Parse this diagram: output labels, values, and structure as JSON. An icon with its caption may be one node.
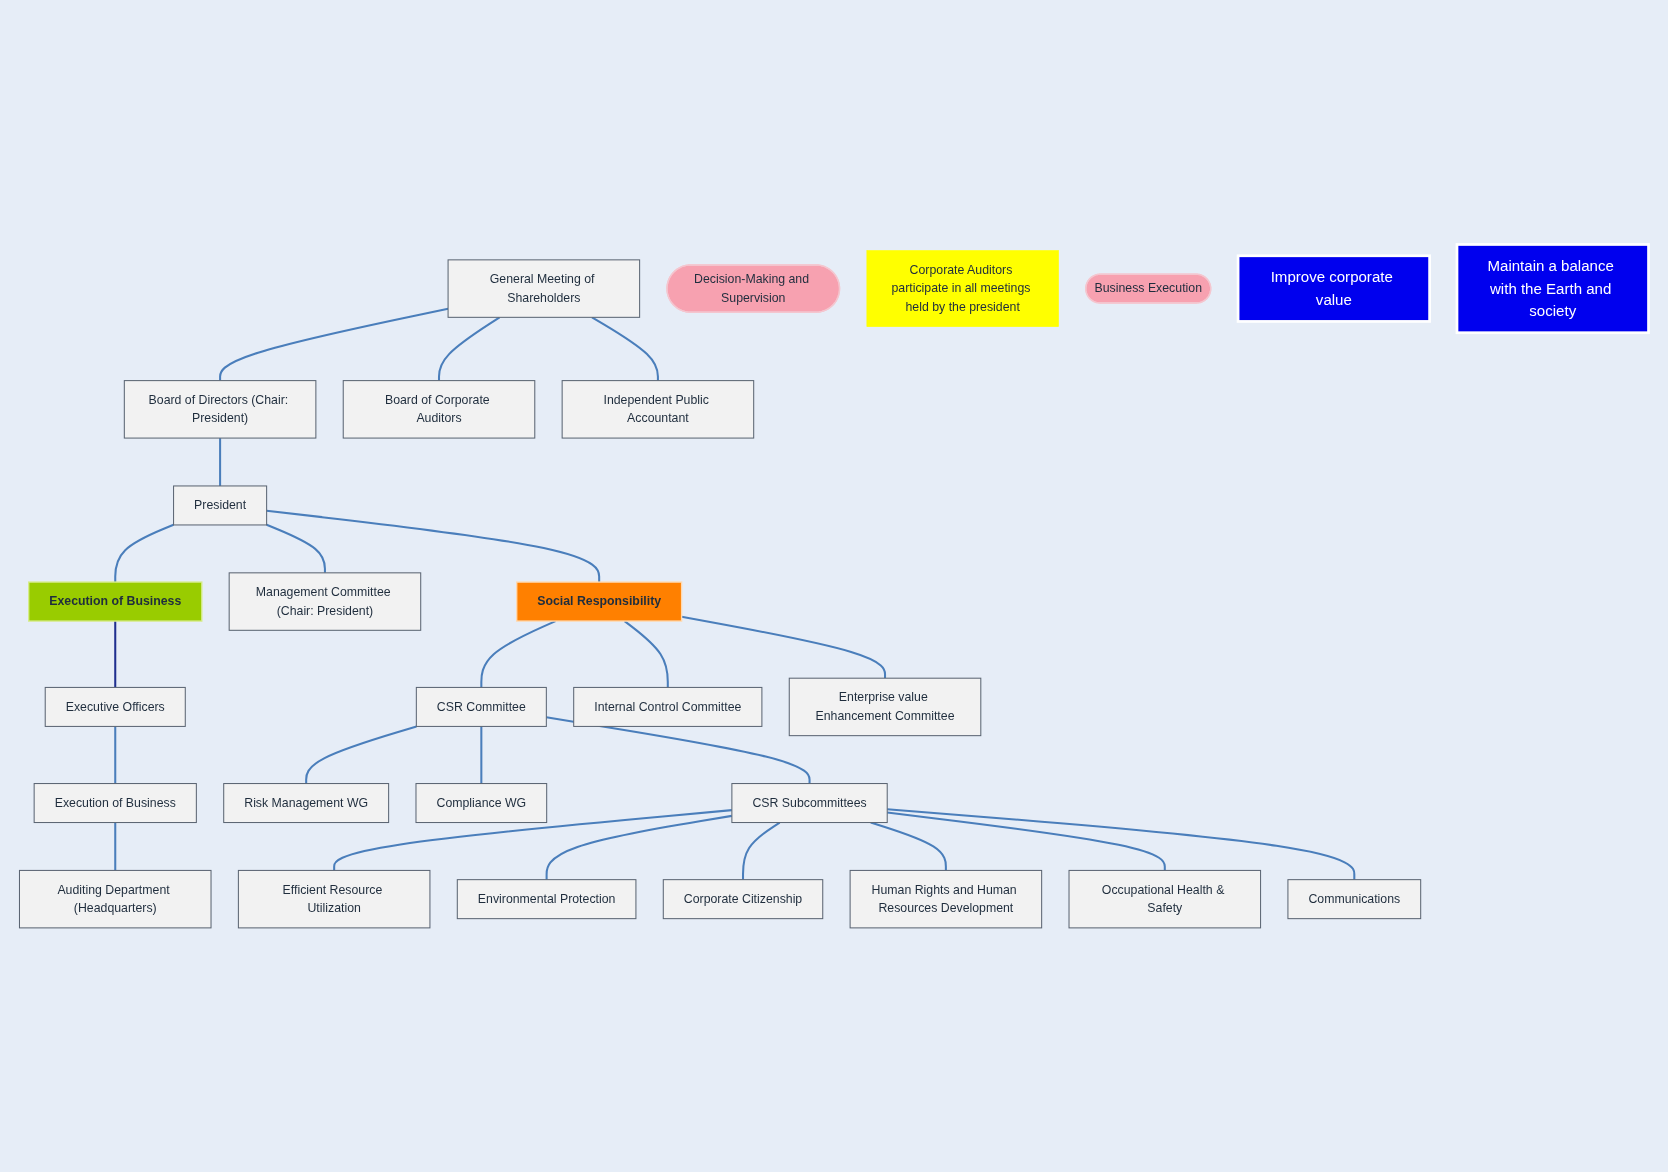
{
  "diagram": {
    "nodes": [
      {
        "text": [
          "Decision-Making and Supervision"
        ]
      },
      {
        "text": [
          "General Meeting of Shareholders"
        ]
      },
      {
        "text": [
          "Board of Directors (Chair: President)"
        ]
      },
      {
        "text": [
          "Board of Corporate Auditors"
        ]
      },
      {
        "text": [
          "Independent Public Accountant"
        ]
      },
      {
        "text": [
          "Corporate Auditors participate in all meetings held by the president"
        ]
      },
      {
        "text": [
          "Execution of Business"
        ]
      },
      {
        "text": [
          "President"
        ]
      },
      {
        "text": [
          "Social Responsibility"
        ]
      },
      {
        "text": [
          "Executive Officers"
        ]
      },
      {
        "text": [
          "Management Committee (Chair: President)"
        ]
      },
      {
        "text": [
          "CSR Committee"
        ]
      },
      {
        "text": [
          "Internal Control Committee"
        ]
      },
      {
        "text": [
          "Enterprise value Enhancement Committee"
        ]
      },
      {
        "text": [
          "Execution of Business"
        ]
      },
      {
        "text": [
          "Auditing Department (Headquarters)"
        ]
      },
      {
        "text": [
          "Risk Management WG"
        ]
      },
      {
        "text": [
          "Compliance WG"
        ]
      },
      {
        "text": [
          "CSR Subcommittees"
        ]
      },
      {
        "text": [
          "Efficient Resource Utilization"
        ]
      },
      {
        "text": [
          "Environmental Protection"
        ]
      },
      {
        "text": [
          "Corporate Citizenship"
        ]
      },
      {
        "text": [
          "Human Rights and Human Resources Development"
        ]
      },
      {
        "text": [
          "Occupational Health & Safety"
        ]
      },
      {
        "text": [
          "Communications"
        ]
      },
      {
        "text": [
          "Business Execution"
        ]
      },
      {
        "text": [
          "Improve corporate value"
        ]
      },
      {
        "text": [
          "Maintain a balance with the Earth and society"
        ]
      }
    ],
    "edges": [
      {
        "from": 1,
        "to": 2,
        "arrow": "none"
      },
      {
        "from": 1,
        "to": 3,
        "arrow": "none"
      },
      {
        "from": 1,
        "to": 4,
        "arrow": "none"
      },
      {
        "from": 2,
        "to": 7,
        "arrow": "none"
      },
      {
        "from": 7,
        "to": 6,
        "arrow": "none"
      },
      {
        "from": 7,
        "to": 10,
        "arrow": "none"
      },
      {
        "from": 7,
        "to": 8,
        "arrow": "none"
      },
      {
        "from": 6,
        "to": 9,
        "arrow": "none",
        "color": "#1f2f8f"
      },
      {
        "from": 9,
        "to": 14,
        "arrow": "none"
      },
      {
        "from": 14,
        "to": 15,
        "arrow": "none"
      },
      {
        "from": 8,
        "to": 11,
        "arrow": "none"
      },
      {
        "from": 8,
        "to": 12,
        "arrow": "none"
      },
      {
        "from": 8,
        "to": 13,
        "arrow": "none"
      },
      {
        "from": 11,
        "to": 16,
        "arrow": "none"
      },
      {
        "from": 11,
        "to": 17,
        "arrow": "none"
      },
      {
        "from": 11,
        "to": 18,
        "arrow": "none"
      },
      {
        "from": 18,
        "to": 19,
        "arrow": "none"
      },
      {
        "from": 18,
        "to": 20,
        "arrow": "none"
      },
      {
        "from": 18,
        "to": 21,
        "arrow": "none"
      },
      {
        "from": 18,
        "to": 22,
        "arrow": "none"
      },
      {
        "from": 18,
        "to": 23,
        "arrow": "none"
      },
      {
        "from": 18,
        "to": 24,
        "arrow": "none"
      }
    ]
  }
}
